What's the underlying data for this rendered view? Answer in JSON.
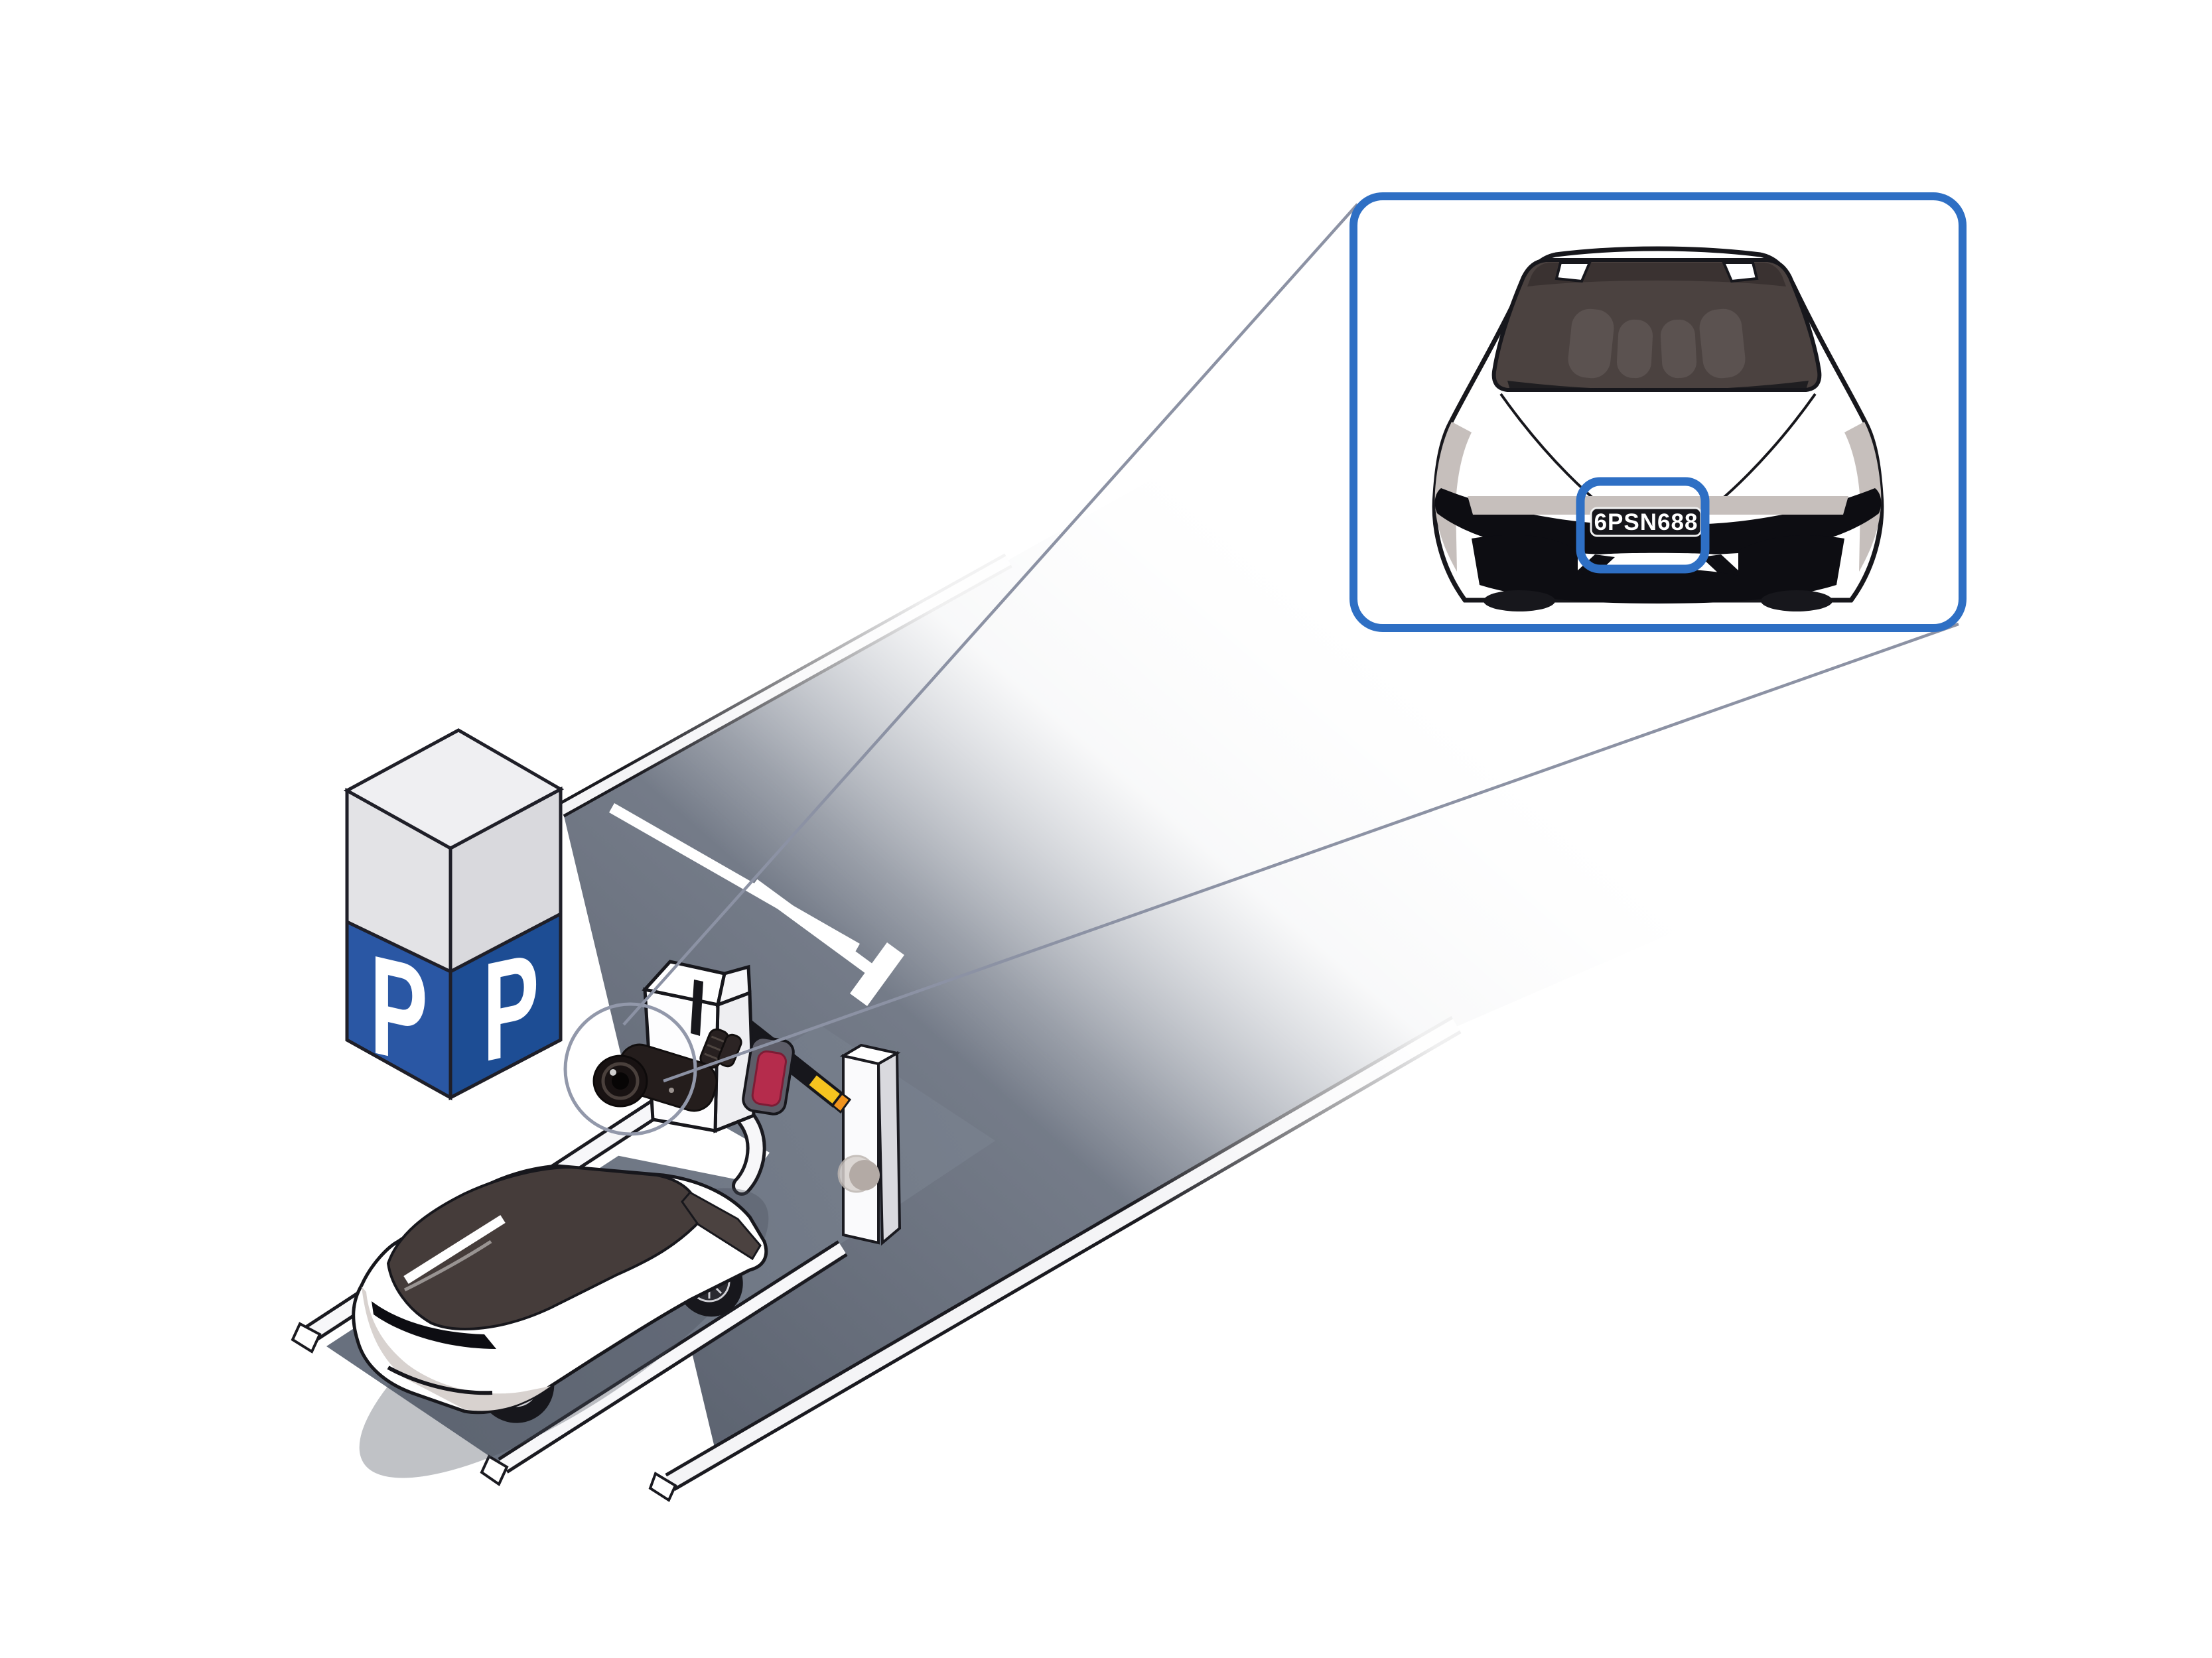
{
  "scene": {
    "type": "isometric-illustration",
    "subject": "parking-entrance-anpr-camera-reading-license-plate"
  },
  "parking_sign": {
    "left_face_letter": "P",
    "right_face_letter": "P",
    "left_face_color": "#2a57a4",
    "right_face_color": "#1d4d94",
    "letter_color": "#ffffff"
  },
  "callout": {
    "license_plate": "6PSN688",
    "border_color": "#2e6fc4",
    "highlight_color": "#2e6fc4",
    "plate_background": "#16161b",
    "plate_text_color": "#ffffff"
  },
  "barrier": {
    "arm_primary_color": "#f6c41f",
    "arm_stripe_color": "#17171c",
    "arm_tip_color": "#f0931d",
    "ticket_button_color": "#b52c4c"
  },
  "road": {
    "surface_color": "#5c6370",
    "lane_color": "#6a7080",
    "marking_color": "#ffffff",
    "curb_color": "#f4f4f6"
  },
  "camera": {
    "body_color": "#241d1c",
    "highlight_ring_color": "#9298aa",
    "leader_line_color": "#8c92a4"
  }
}
